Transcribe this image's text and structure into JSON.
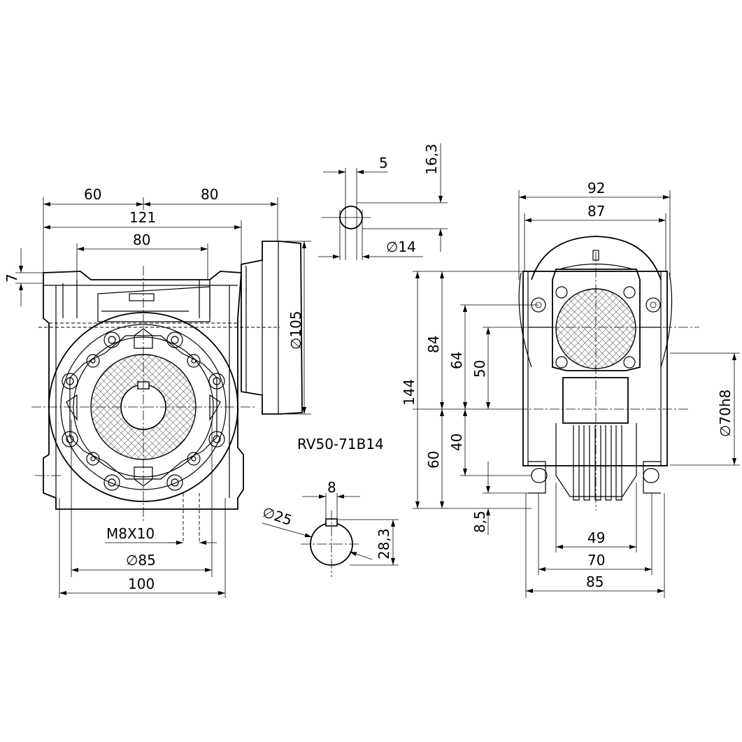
{
  "drawing": {
    "model_label": "RV50-71B14",
    "front_view": {
      "dim_60": "60",
      "dim_80_top": "80",
      "dim_121": "121",
      "dim_80_inner": "80",
      "dim_7": "7",
      "dim_105": "∅105",
      "dim_M8x10": "M8X10",
      "dim_85": "∅85",
      "dim_100": "100"
    },
    "input_shaft_detail": {
      "dim_5": "5",
      "dim_16_3": "16,3",
      "dim_14": "∅14"
    },
    "output_shaft_detail": {
      "dim_8": "8",
      "dim_25": "∅25",
      "dim_28_3": "28,3"
    },
    "side_view": {
      "dim_92": "92",
      "dim_87": "87",
      "dim_144": "144",
      "dim_84": "84",
      "dim_64": "64",
      "dim_50": "50",
      "dim_40": "40",
      "dim_60": "60",
      "dim_8_5": "8,5",
      "dim_70h8": "∅70h8",
      "dim_49": "49",
      "dim_70": "70",
      "dim_85": "85"
    }
  }
}
